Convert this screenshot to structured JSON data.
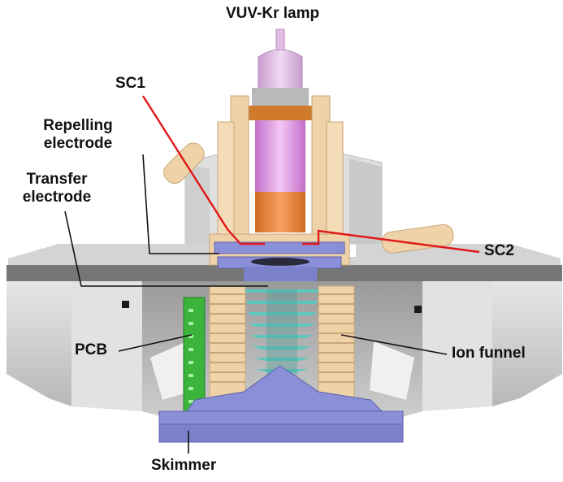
{
  "labels": {
    "lamp": "VUV-Kr lamp",
    "sc1": "SC1",
    "repelling_line1": "Repelling",
    "repelling_line2": "electrode",
    "transfer_line1": "Transfer",
    "transfer_line2": "electrode",
    "sc2": "SC2",
    "pcb": "PCB",
    "ion_funnel": "Ion funnel",
    "skimmer": "Skimmer"
  },
  "colors": {
    "housing_light": "#d9d9d9",
    "housing_mid": "#bdbdbd",
    "housing_dark": "#8e8e8e",
    "top_band": "#6e6e6e",
    "lamp_glass": "#e3bde6",
    "lamp_inner": "#d58ad9",
    "ceramic": "#f0d2a8",
    "ceramic_dark": "#d9b27e",
    "orange": "#f08a3c",
    "electrode_blue": "#8a8fd8",
    "electrode_blue_dark": "#6a6fbd",
    "funnel_cyan": "#5ec7bd",
    "pcb_green": "#3cb43c",
    "wire_red": "#e01818"
  }
}
